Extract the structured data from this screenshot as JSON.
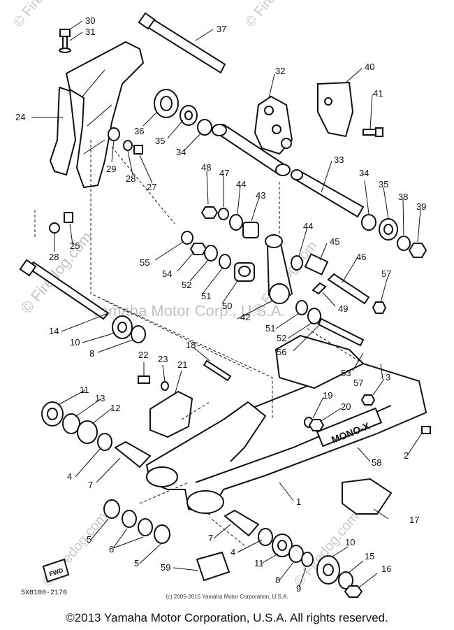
{
  "watermarks": {
    "site": "© Firedog.com",
    "company": "Yamaha Motor Corp., U.S.A."
  },
  "drawing_code": "5X8100-2170",
  "small_copyright": "(c) 2005-2015 Yamaha Motor Corporation, U.S.A.",
  "big_copyright": "©2013 Yamaha Motor Corporation, U.S.A. All rights reserved.",
  "fwd_mark": "FWD",
  "monocross_text": "MONO-X",
  "callouts": [
    "30",
    "31",
    "37",
    "40",
    "24",
    "32",
    "41",
    "36",
    "35",
    "34",
    "29",
    "28",
    "27",
    "33",
    "48",
    "47",
    "44",
    "43",
    "34",
    "35",
    "38",
    "39",
    "28",
    "25",
    "55",
    "54",
    "52",
    "51",
    "50",
    "44",
    "45",
    "46",
    "57",
    "42",
    "49",
    "14",
    "10",
    "8",
    "51",
    "52",
    "56",
    "18",
    "22",
    "23",
    "21",
    "53",
    "57",
    "3",
    "11",
    "13",
    "12",
    "19",
    "20",
    "4",
    "7",
    "58",
    "2",
    "1",
    "17",
    "5",
    "6",
    "5",
    "7",
    "4",
    "11",
    "8",
    "9",
    "10",
    "15",
    "16",
    "59"
  ]
}
